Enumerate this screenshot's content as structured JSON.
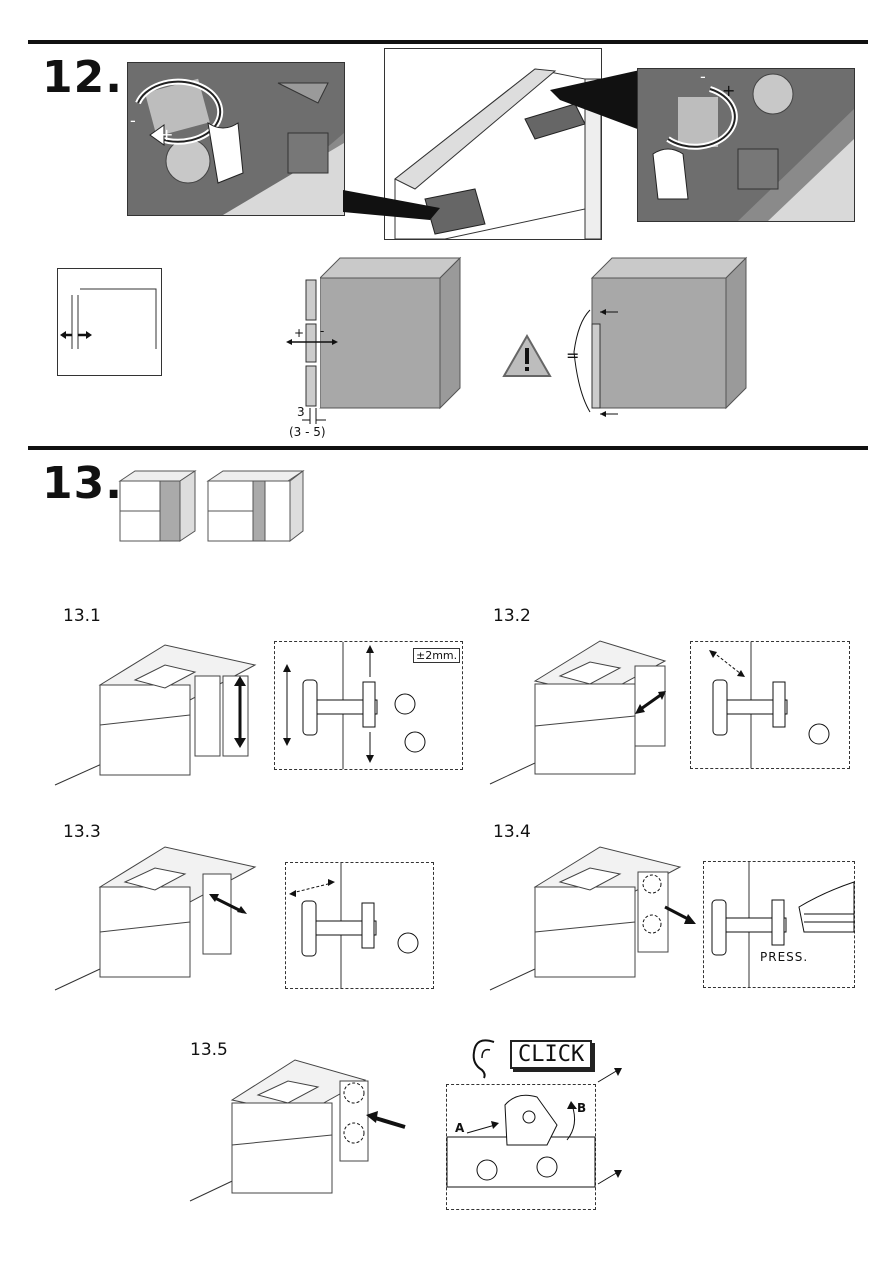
{
  "steps": {
    "s12": {
      "number": "12."
    },
    "s13": {
      "number": "13."
    }
  },
  "adjust": {
    "plus": "+",
    "minus": "-",
    "gap_value": "3",
    "gap_range": "(3 - 5)",
    "equal_sign": "="
  },
  "substeps": {
    "a": {
      "label": "13.1",
      "badge": "±2mm."
    },
    "b": {
      "label": "13.2"
    },
    "c": {
      "label": "13.3"
    },
    "d": {
      "label": "13.4",
      "press": "PRESS."
    },
    "e": {
      "label": "13.5",
      "click": "CLICK",
      "point_a": "A",
      "point_b": "B"
    }
  }
}
